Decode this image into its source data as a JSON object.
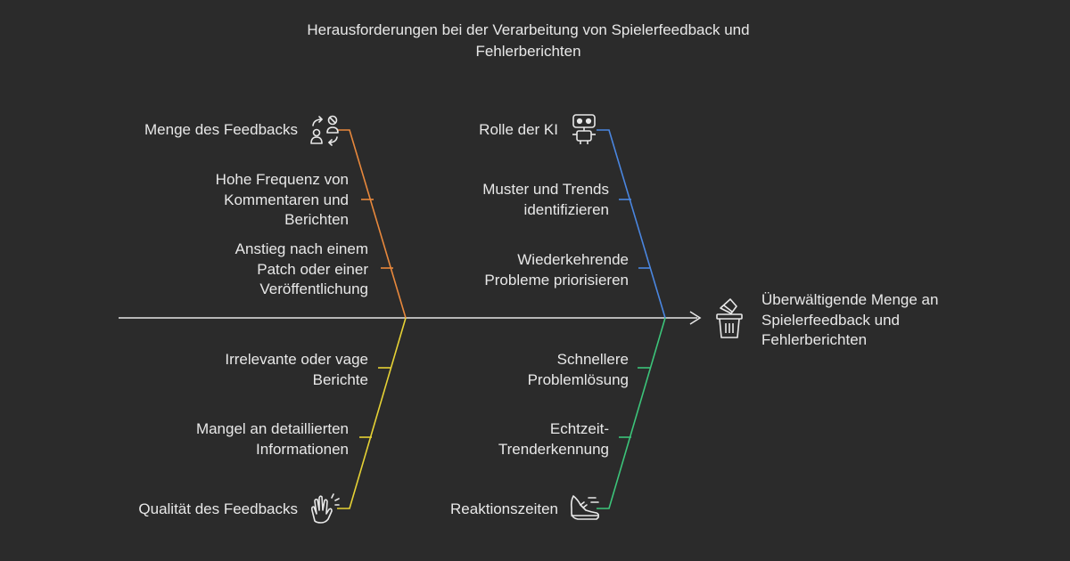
{
  "title": "Herausforderungen bei der Verarbeitung von Spielerfeedback und Fehlerberichten",
  "effect": {
    "text": "Überwältigende Menge an Spielerfeedback und Fehlerberichten",
    "icon": "trash-bin-icon"
  },
  "categories": [
    {
      "label": "Menge des Feedbacks",
      "icon": "people-exchange-icon",
      "color": "#e8883c",
      "causes": [
        "Hohe Frequenz von Kommentaren und Berichten",
        "Anstieg nach einem Patch oder einer Veröffentlichung"
      ]
    },
    {
      "label": "Rolle der KI",
      "icon": "robot-icon",
      "color": "#4a86e0",
      "causes": [
        "Muster und Trends identifizieren",
        "Wiederkehrende Probleme priorisieren"
      ]
    },
    {
      "label": "Qualität des Feedbacks",
      "icon": "clapping-hands-icon",
      "color": "#e6d235",
      "causes": [
        "Irrelevante oder vage Berichte",
        "Mangel an detaillierten Informationen"
      ]
    },
    {
      "label": "Reaktionszeiten",
      "icon": "running-shoe-icon",
      "color": "#3cc47a",
      "causes": [
        "Schnellere Problemlösung",
        "Echtzeit-Trenderkennung"
      ]
    }
  ]
}
